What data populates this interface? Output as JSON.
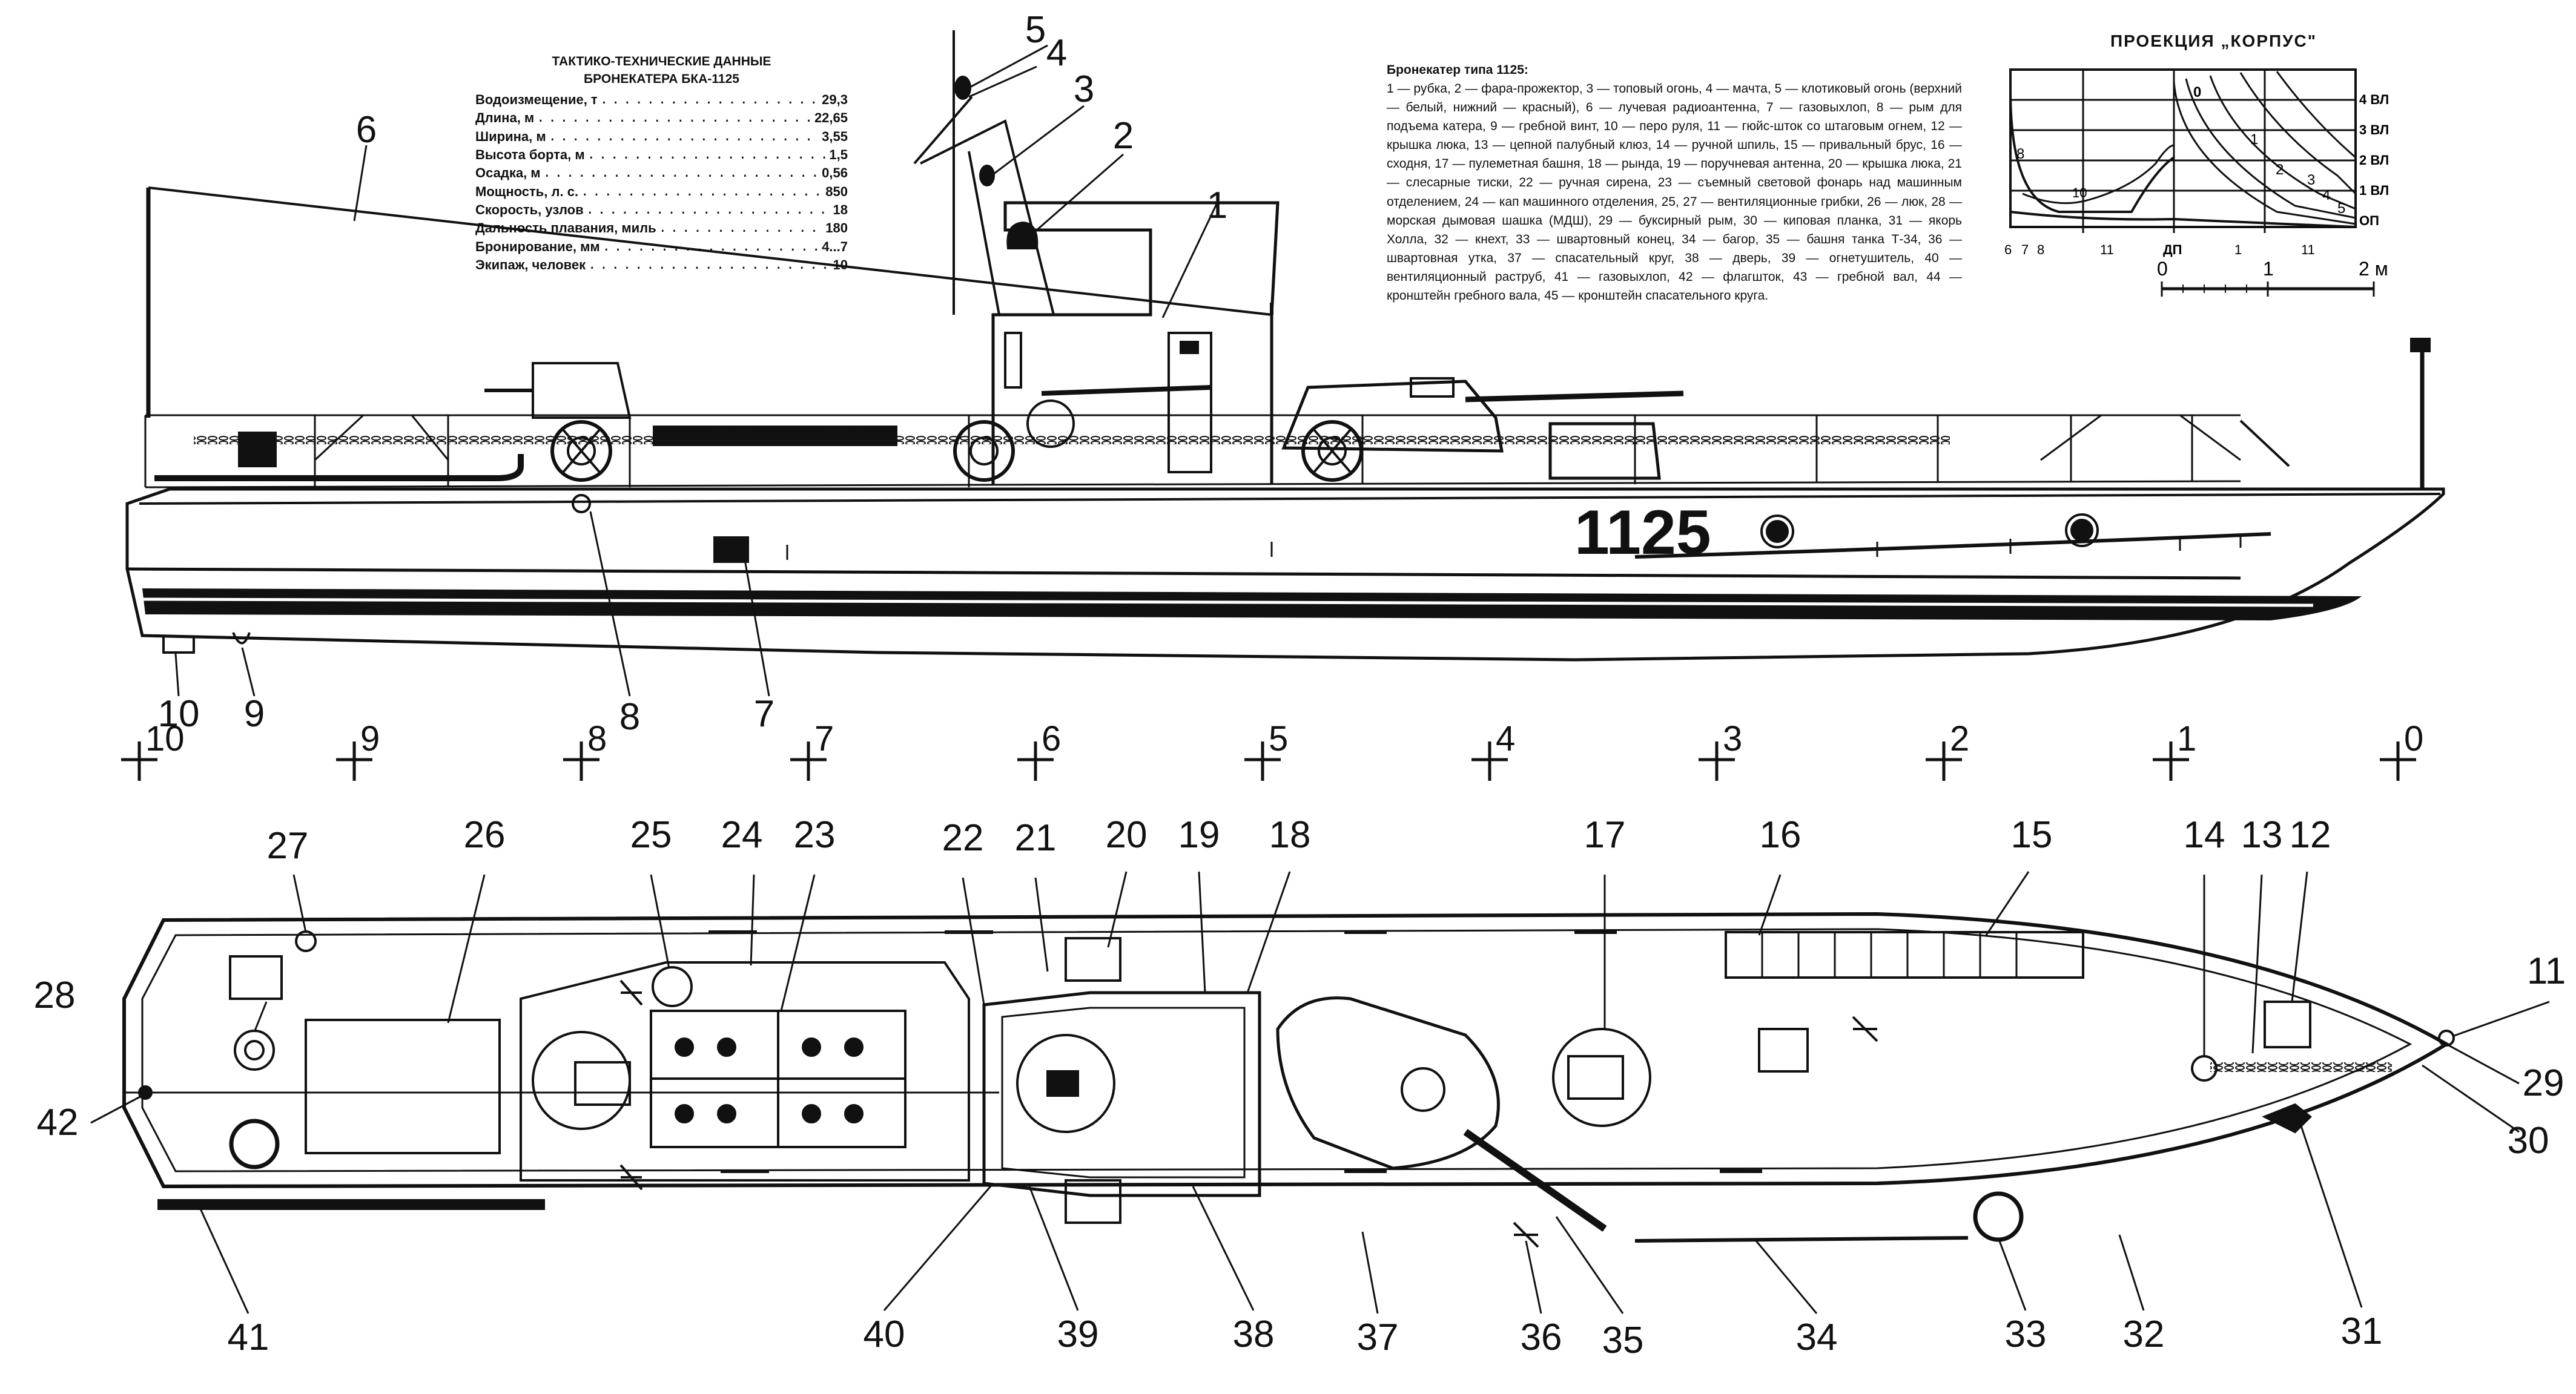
{
  "spec_table": {
    "title_line1": "ТАКТИКО-ТЕХНИЧЕСКИЕ ДАННЫЕ",
    "title_line2": "БРОНЕКАТЕРА БКА-1125",
    "rows": [
      {
        "label": "Водоизмещение, т",
        "value": "29,3"
      },
      {
        "label": "Длина, м",
        "value": "22,65"
      },
      {
        "label": "Ширина, м",
        "value": "3,55"
      },
      {
        "label": "Высота борта, м",
        "value": "1,5"
      },
      {
        "label": "Осадка, м",
        "value": "0,56"
      },
      {
        "label": "Мощность, л. с.",
        "value": "850"
      },
      {
        "label": "Скорость, узлов",
        "value": "18"
      },
      {
        "label": "Дальность плавания, миль",
        "value": "180"
      },
      {
        "label": "Бронирование, мм",
        "value": "4...7"
      },
      {
        "label": "Экипаж, человек",
        "value": "10"
      }
    ]
  },
  "legend": {
    "title": "Бронекатер типа 1125:",
    "text": "1 — рубка, 2 — фара-прожектор, 3 — топовый огонь, 4 — мачта, 5 — клотиковый огонь (верхний — белый, нижний — красный), 6 — лучевая радиоантенна, 7 — газовыхлоп, 8 — рым для подъема катера, 9 — гребной винт, 10 — перо руля, 11 — гюйс-шток со штаговым огнем, 12 — крышка люка, 13 — цепной палубный клюз, 14 — ручной шпиль, 15 — привальный брус, 16 — сходня, 17 — пулеметная башня, 18 — рында, 19 — поручневая антенна, 20 — крышка люка, 21 — слесарные тиски, 22 — ручная сирена, 23 — съемный световой фонарь над машинным отделением, 24 — кап машинного отделения, 25, 27 — вентиляционные грибки, 26 — люк, 28 — морская дымовая шашка (МДШ), 29 — буксирный рым, 30 — киповая планка, 31 — якорь Холла, 32 — кнехт, 33 — швартовный конец, 34 — багор, 35 — башня танка Т-34, 36 — швартовная утка, 37 — спасательный круг, 38 — дверь, 39 — огнетушитель, 40 — вентиляционный раструб, 41 — газовыхлоп, 42 — флагшток, 43 — гребной вал, 44 — кронштейн гребного вала, 45 — кронштейн спасательного круга."
  },
  "projection": {
    "title": "ПРОЕКЦИЯ „КОРПУС\"",
    "waterlines": [
      "4 ВЛ",
      "3 ВЛ",
      "2 ВЛ",
      "1 ВЛ",
      "ОП"
    ],
    "frame_labels": [
      "0",
      "1",
      "2",
      "3",
      "4",
      "5",
      "8",
      "10"
    ],
    "bottom_labels": [
      "6",
      "7",
      "8",
      "11",
      "ДП",
      "1",
      "11"
    ],
    "scale_labels": [
      "0",
      "1",
      "2 м"
    ]
  },
  "hull_number": "1125",
  "stations": [
    "10",
    "9",
    "8",
    "7",
    "6",
    "5",
    "4",
    "3",
    "2",
    "1",
    "0"
  ],
  "side_callouts": [
    "1",
    "2",
    "3",
    "4",
    "5",
    "6",
    "7",
    "8",
    "9",
    "10"
  ],
  "plan_callouts_top": [
    "27",
    "26",
    "25",
    "24",
    "23",
    "22",
    "21",
    "20",
    "19",
    "18",
    "17",
    "16",
    "15",
    "14",
    "13",
    "12",
    "11"
  ],
  "plan_callouts_side": [
    "28",
    "42",
    "29",
    "30"
  ],
  "plan_callouts_bottom": [
    "41",
    "40",
    "39",
    "38",
    "37",
    "36",
    "35",
    "34",
    "33",
    "32",
    "31"
  ]
}
